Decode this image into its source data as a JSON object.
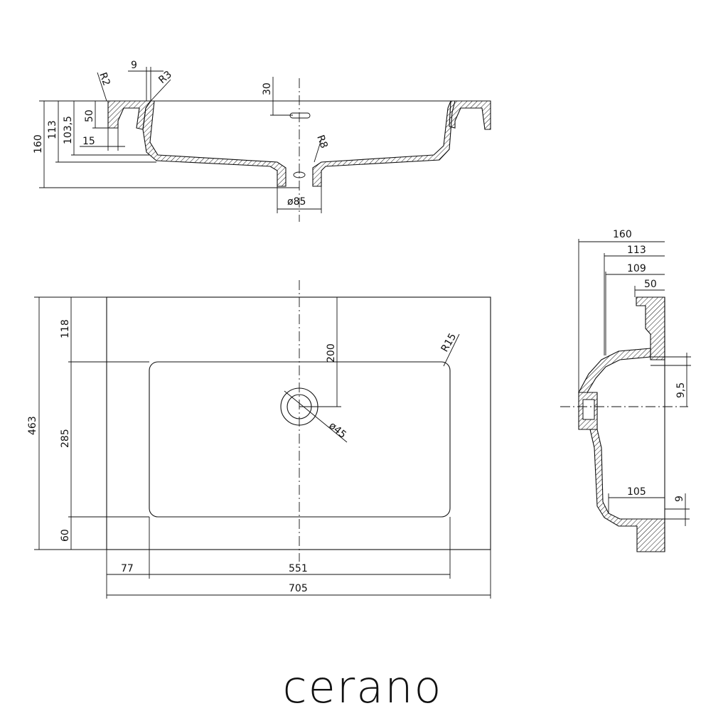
{
  "brand": "cerano",
  "section_view": {
    "dims": {
      "d_9": "9",
      "r3": "R3",
      "r2": "R2",
      "d_30": "30",
      "d_50": "50",
      "d_103_5": "103,5",
      "d_113": "113",
      "d_160": "160",
      "d_15": "15",
      "r8": "R8",
      "d_85": "ø85"
    }
  },
  "plan_view": {
    "dims": {
      "d_118": "118",
      "d_463": "463",
      "d_285": "285",
      "d_60": "60",
      "d_200": "200",
      "r15": "R15",
      "d_45": "ø45",
      "d_77": "77",
      "d_551": "551",
      "d_705": "705"
    }
  },
  "side_view": {
    "dims": {
      "d_160": "160",
      "d_113": "113",
      "d_109": "109",
      "d_50": "50",
      "d_9_5": "9,5",
      "d_105": "105",
      "d_9": "9"
    }
  }
}
